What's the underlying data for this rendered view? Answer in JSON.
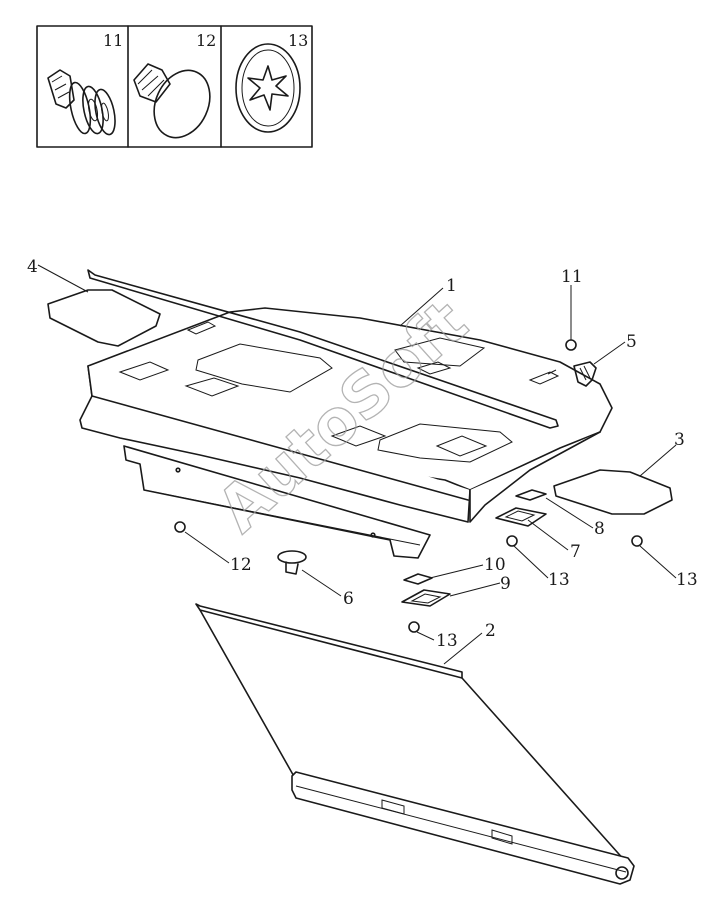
{
  "inset": {
    "boxes": [
      {
        "number": "11",
        "icon": "push-clip-icon"
      },
      {
        "number": "12",
        "icon": "plug-clip-icon"
      },
      {
        "number": "13",
        "icon": "star-washer-icon"
      }
    ]
  },
  "callouts": [
    "1",
    "2",
    "3",
    "4",
    "5",
    "6",
    "7",
    "8",
    "9",
    "10",
    "11",
    "12",
    "13",
    "13",
    "13",
    "13"
  ],
  "watermark": "AutoSoft",
  "colors": {
    "line": "#1a1a1a",
    "watermark": "#9a9a9a",
    "hatch": "#555555"
  }
}
